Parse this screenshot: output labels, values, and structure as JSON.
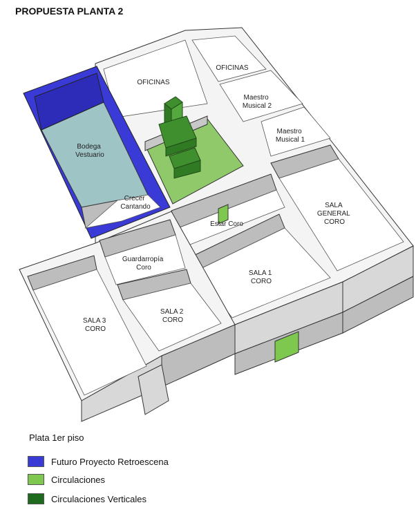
{
  "title": "PROPUESTA PLANTA 2",
  "rooms": {
    "oficinas_1": "OFICINAS",
    "oficinas_2": "OFICINAS",
    "maestro_musical_2": [
      "Maestro",
      "Musical 2"
    ],
    "maestro_musical_1": [
      "Maestro",
      "Musical 1"
    ],
    "bodega_vestuario": [
      "Bodega",
      "Vestuario"
    ],
    "crecer_cantando": [
      "Crecer",
      "Cantando"
    ],
    "sala_general_coro": [
      "SALA",
      "GENERAL",
      "CORO"
    ],
    "estar_coro": "Estar Coro",
    "guardarropia_coro": [
      "Guardarropía",
      "Coro"
    ],
    "sala_1_coro": [
      "SALA 1",
      "CORO"
    ],
    "sala_2_coro": [
      "SALA 2",
      "CORO"
    ],
    "sala_3_coro": [
      "SALA 3",
      "CORO"
    ]
  },
  "legend": {
    "title": "Plata 1er piso",
    "items": [
      {
        "label": "Futuro Proyecto Retroescena",
        "color": "#3a3ad6"
      },
      {
        "label": "Circulaciones",
        "color": "#7ec850"
      },
      {
        "label": "Circulaciones Verticales",
        "color": "#1e6b1e"
      }
    ]
  },
  "colors": {
    "wall_top": "#f4f4f4",
    "wall_side": "#bdbdbd",
    "wall_front": "#d6d6d6",
    "floor": "#ffffff",
    "bodega_floor": "#9fc4c6",
    "outline": "#333333"
  }
}
